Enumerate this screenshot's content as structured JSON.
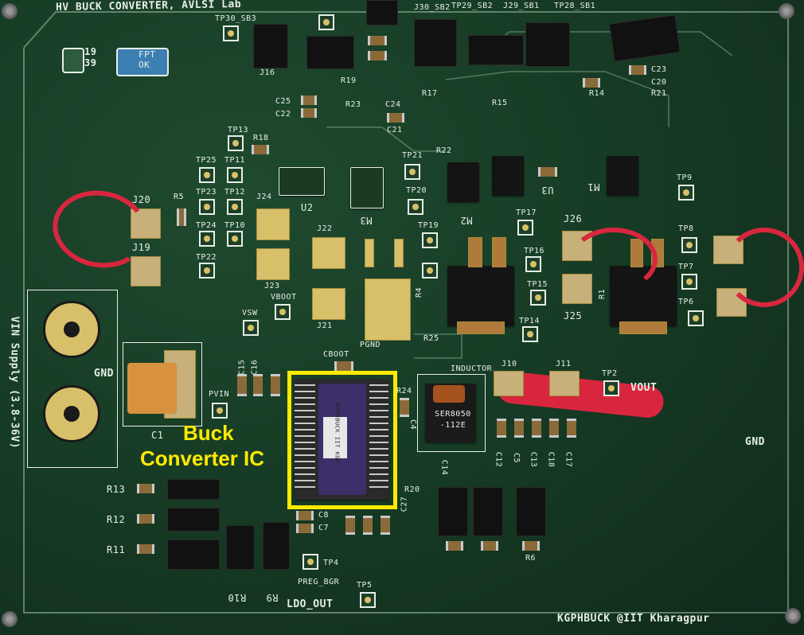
{
  "board": {
    "title": "HV BUCK CONVERTER, AVLSI Lab",
    "footer": "KGPHBUCK @IIT Kharagpur",
    "logo_code": "19 39",
    "logo_badge": "FPT OK",
    "vin_label": "VIN Supply (3.8-36V)",
    "gnd_left": "GND",
    "gnd_right": "GND",
    "vout": "VOUT",
    "inductor_label": "INDUCTOR",
    "inductor_part": "SER8050 -112E",
    "chip_text": "KGPHBUCK IIT KGP"
  },
  "annotation": {
    "label_line1": "Buck",
    "label_line2": "Converter IC",
    "color": "#ffea00"
  },
  "designators": {
    "j16": "J16",
    "j19": "J19",
    "j20": "J20",
    "j21": "J21",
    "j22": "J22",
    "j23": "J23",
    "j24": "J24",
    "j25": "J25",
    "j26": "J26",
    "j10": "J10",
    "j11": "J11",
    "u2": "U2",
    "u3": "U3",
    "m1": "M1",
    "m2": "M2",
    "m3": "M3",
    "c1": "C1",
    "c4": "C4",
    "c5": "C5",
    "c7": "C7",
    "c8": "C8",
    "c12": "C12",
    "c13": "C13",
    "c14": "C14",
    "c15": "C15",
    "c16": "C16",
    "c17": "C17",
    "c18": "C18",
    "c20": "C20",
    "c21": "C21",
    "c22": "C22",
    "c23": "C23",
    "c24": "C24",
    "c25": "C25",
    "c27": "C27",
    "r1": "R1",
    "r4": "R4",
    "r5": "R5",
    "r6": "R6",
    "r9": "R9",
    "r10": "R10",
    "r11": "R11",
    "r12": "R12",
    "r13": "R13",
    "r14": "R14",
    "r15": "R15",
    "r17": "R17",
    "r18": "R18",
    "r19": "R19",
    "r20": "R20",
    "r21": "R21",
    "r22": "R22",
    "r23": "R23",
    "r24": "R24",
    "r25": "R25",
    "tp2": "TP2",
    "tp4": "TP4",
    "tp5": "TP5",
    "tp6": "TP6",
    "tp7": "TP7",
    "tp8": "TP8",
    "tp9": "TP9",
    "tp10": "TP10",
    "tp11": "TP11",
    "tp12": "TP12",
    "tp13": "TP13",
    "tp14": "TP14",
    "tp15": "TP15",
    "tp16": "TP16",
    "tp17": "TP17",
    "tp19": "TP19",
    "tp20": "TP20",
    "tp21": "TP21",
    "tp22": "TP22",
    "tp23": "TP23",
    "tp24": "TP24",
    "tp25": "TP25",
    "tp30": "TP30_SB3",
    "j30": "J30_SB2",
    "tp29": "TP29_SB2",
    "j29": "J29_SB1",
    "tp28": "TP28_SB1",
    "cboot": "CBOOT",
    "vboot": "VBOOT",
    "vsw": "VSW",
    "pgnd": "PGND",
    "pvin": "PVIN",
    "preg": "PREG_BGR",
    "ldo": "LDO_OUT"
  }
}
